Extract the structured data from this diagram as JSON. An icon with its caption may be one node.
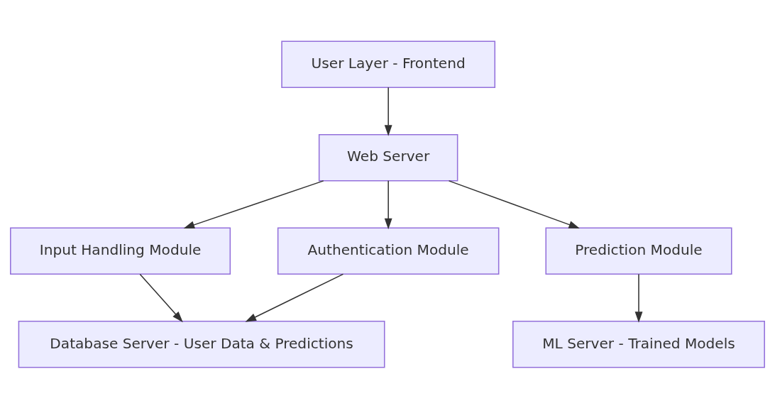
{
  "diagram": {
    "nodes": [
      {
        "text": [
          "User Layer - Frontend"
        ]
      },
      {
        "text": [
          "Web Server"
        ]
      },
      {
        "text": [
          "Input Handling Module"
        ]
      },
      {
        "text": [
          "Authentication Module"
        ]
      },
      {
        "text": [
          "Prediction Module"
        ]
      },
      {
        "text": [
          "Database Server - User Data & Predictions"
        ]
      },
      {
        "text": [
          "ML Server - Trained Models"
        ]
      }
    ],
    "edges": [
      {
        "from": 0,
        "to": 1,
        "arrow": "to"
      },
      {
        "from": 1,
        "to": 2,
        "arrow": "to"
      },
      {
        "from": 1,
        "to": 3,
        "arrow": "to"
      },
      {
        "from": 1,
        "to": 4,
        "arrow": "to"
      },
      {
        "from": 2,
        "to": 5,
        "arrow": "to"
      },
      {
        "from": 3,
        "to": 5,
        "arrow": "to"
      },
      {
        "from": 4,
        "to": 6,
        "arrow": "to"
      }
    ]
  }
}
